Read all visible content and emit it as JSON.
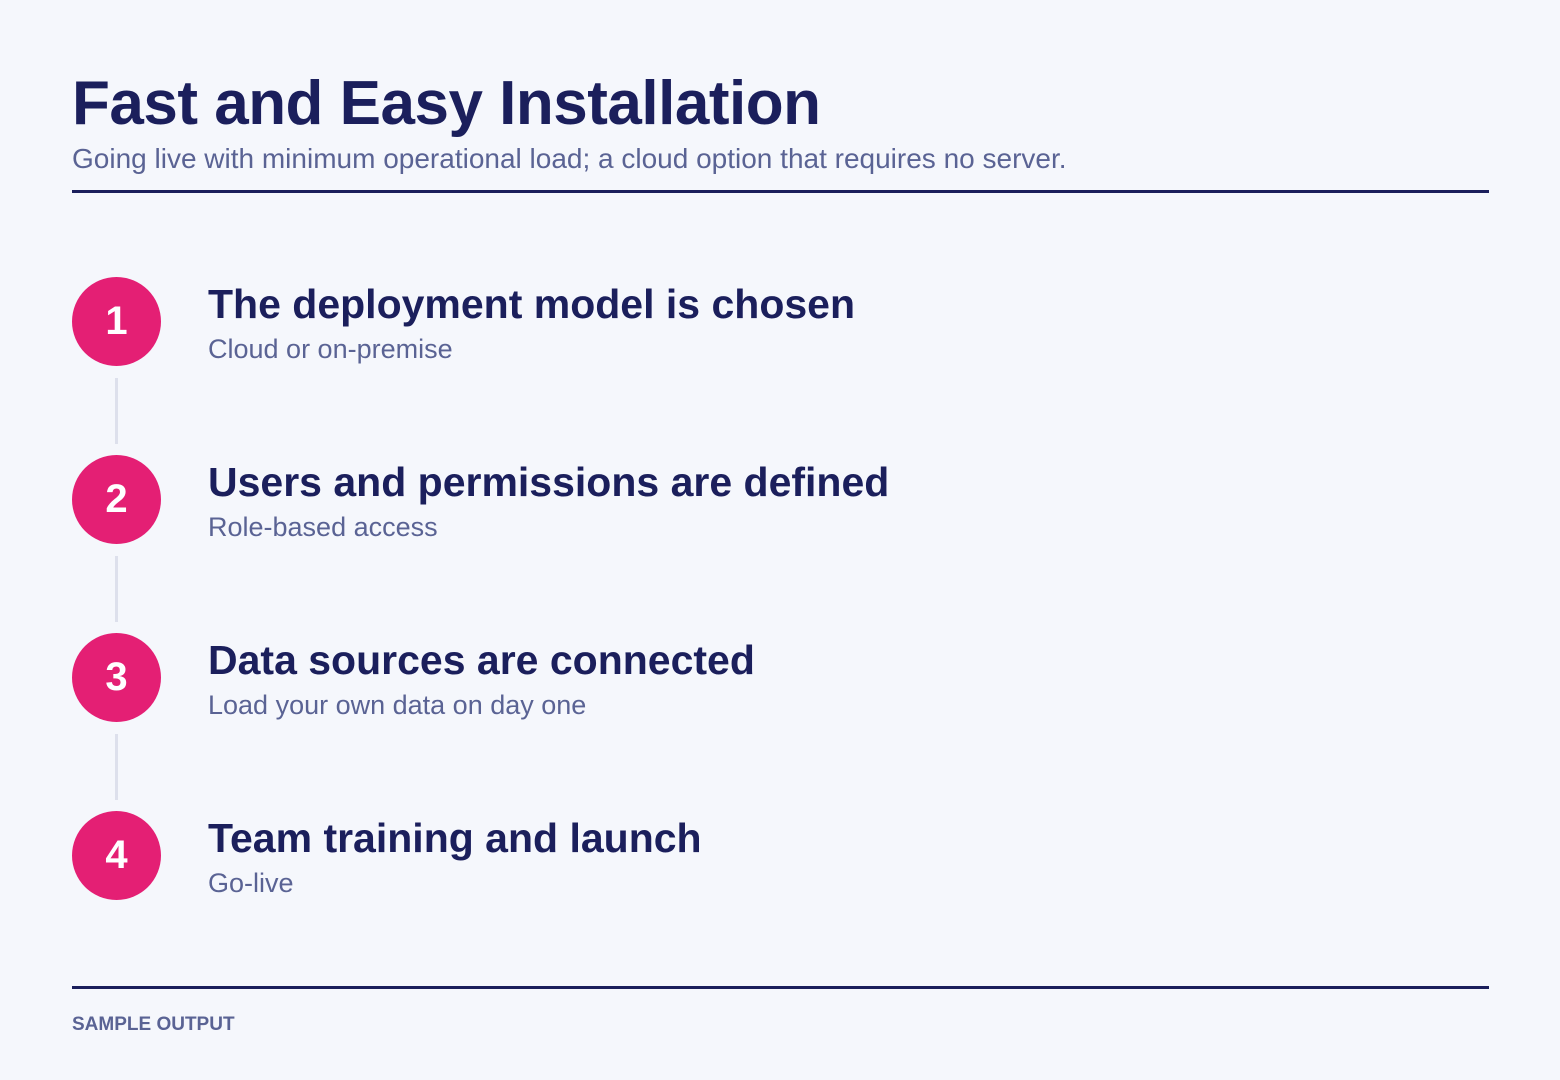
{
  "header": {
    "title": "Fast and Easy Installation",
    "subtitle": "Going live with minimum operational load; a cloud option that requires no server."
  },
  "colors": {
    "accent": "#e41f74",
    "heading": "#1b1f5c",
    "muted": "#5a6394",
    "background": "#f5f7fc",
    "connector": "#dde0ec"
  },
  "steps": [
    {
      "number": "1",
      "title": "The deployment model is chosen",
      "description": "Cloud or on-premise"
    },
    {
      "number": "2",
      "title": "Users and permissions are defined",
      "description": "Role-based access"
    },
    {
      "number": "3",
      "title": "Data sources are connected",
      "description": "Load your own data on day one"
    },
    {
      "number": "4",
      "title": "Team training and launch",
      "description": "Go-live"
    }
  ],
  "footer": {
    "label": "SAMPLE OUTPUT"
  }
}
